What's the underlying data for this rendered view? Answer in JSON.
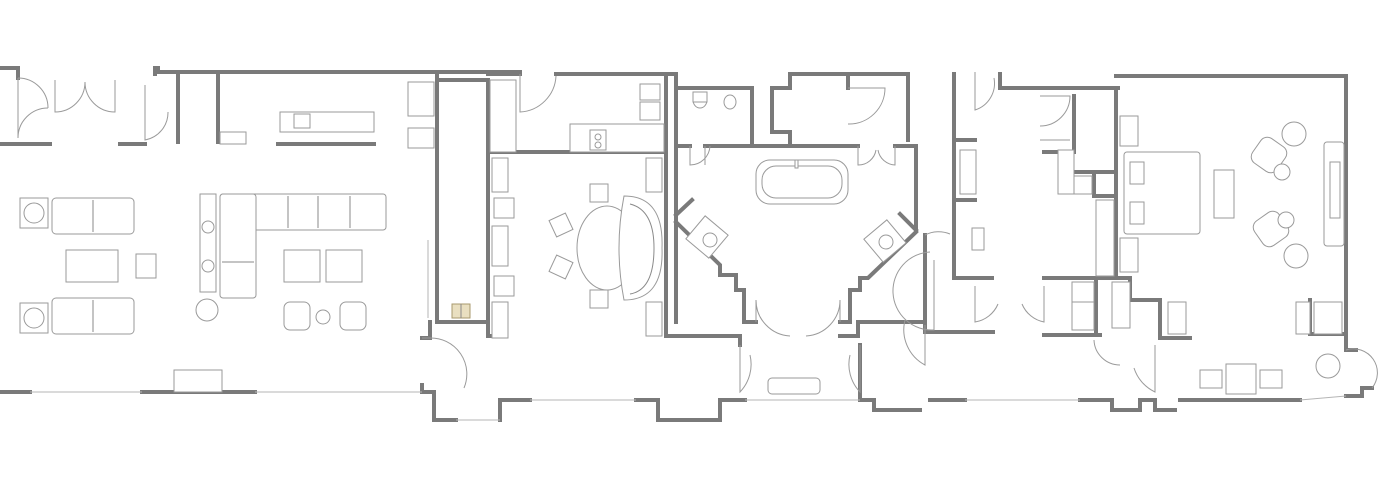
{
  "diagram": {
    "type": "architectural-floor-plan",
    "colors": {
      "wall": "#7a7a7a",
      "furniture_stroke": "#9a9a9a",
      "highlight": "#e9dfc0",
      "background": "#ffffff"
    },
    "rooms": [
      "living-room",
      "corridor",
      "kitchen",
      "dining-room",
      "bathroom",
      "hall",
      "dressing-room",
      "bedroom"
    ]
  }
}
